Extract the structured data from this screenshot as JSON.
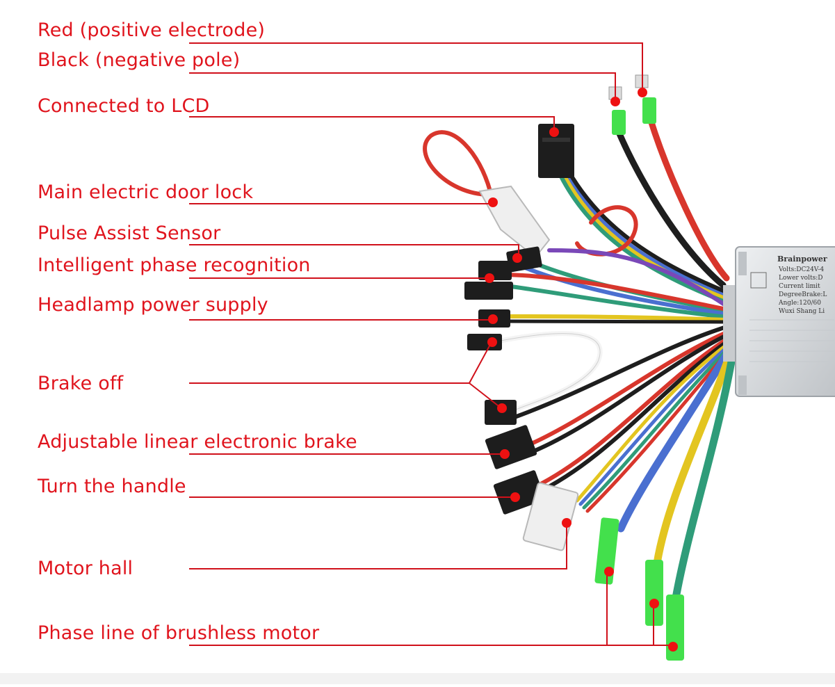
{
  "labels": {
    "red": "Red (positive electrode)",
    "black": "Black (negative pole)",
    "lcd": "Connected to LCD",
    "door_lock": "Main electric door lock",
    "pas": "Pulse Assist Sensor",
    "phase_recognition": "Intelligent phase recognition",
    "headlamp": "Headlamp power supply",
    "brake_off": "Brake off",
    "linear_brake": "Adjustable linear electronic brake",
    "handle": "Turn the handle",
    "motor_hall": "Motor hall",
    "phase_line": "Phase line of brushless motor"
  },
  "controller": {
    "line1": "Brainpower",
    "line2": "Volts:DC24V-4",
    "line3": "Lower volts:D",
    "line4": "Current limit",
    "line5": "DegreeBrake:L",
    "line6": "Angle:120/60",
    "line7": "Wuxi Shang Li"
  },
  "colors": {
    "label": "#e0141d",
    "leader": "#d0101a",
    "dot": "#ee1111",
    "wire_red": "#d8362c",
    "wire_black": "#1e1e1e",
    "wire_yellow": "#e3c520",
    "wire_blue": "#4a6fd0",
    "wire_green": "#2f9c79",
    "wire_purple": "#7a48b8",
    "wire_white": "#f4f4f4",
    "connector_black": "#1d1d1d",
    "connector_white": "#efefef",
    "tube_green": "#43e04c",
    "housing": "#d9dcdf"
  }
}
